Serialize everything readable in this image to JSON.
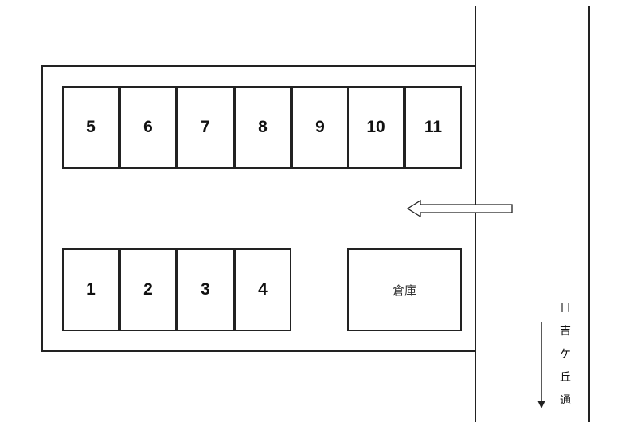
{
  "parking": {
    "top_row": [
      "5",
      "6",
      "7",
      "8",
      "9",
      "10",
      "11"
    ],
    "bottom_row": [
      "1",
      "2",
      "3",
      "4"
    ],
    "warehouse_label": "倉庫"
  },
  "street": {
    "name_chars": [
      "日",
      "吉",
      "ケ",
      "丘",
      "通"
    ]
  },
  "colors": {
    "line": "#222222",
    "background": "#ffffff"
  }
}
